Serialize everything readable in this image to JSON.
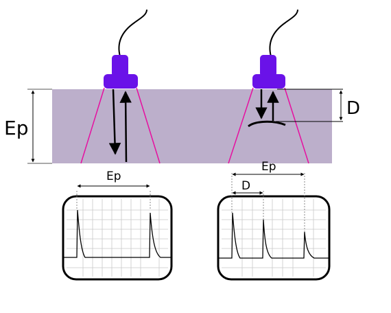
{
  "labels": {
    "thickness": "Ep",
    "defect_depth": "D",
    "screen1_span": "Ep",
    "screen2_span_ep": "Ep",
    "screen2_span_d": "D"
  },
  "colors": {
    "material": "#bcafcb",
    "transducer": "#6a12e8",
    "beam": "#e60fa0",
    "grid": "#c8c8c8",
    "guide": "#888888",
    "trace": "#000000"
  },
  "icons": {
    "left_probe": "ultrasonic-transducer-icon",
    "right_probe": "ultrasonic-transducer-icon"
  }
}
